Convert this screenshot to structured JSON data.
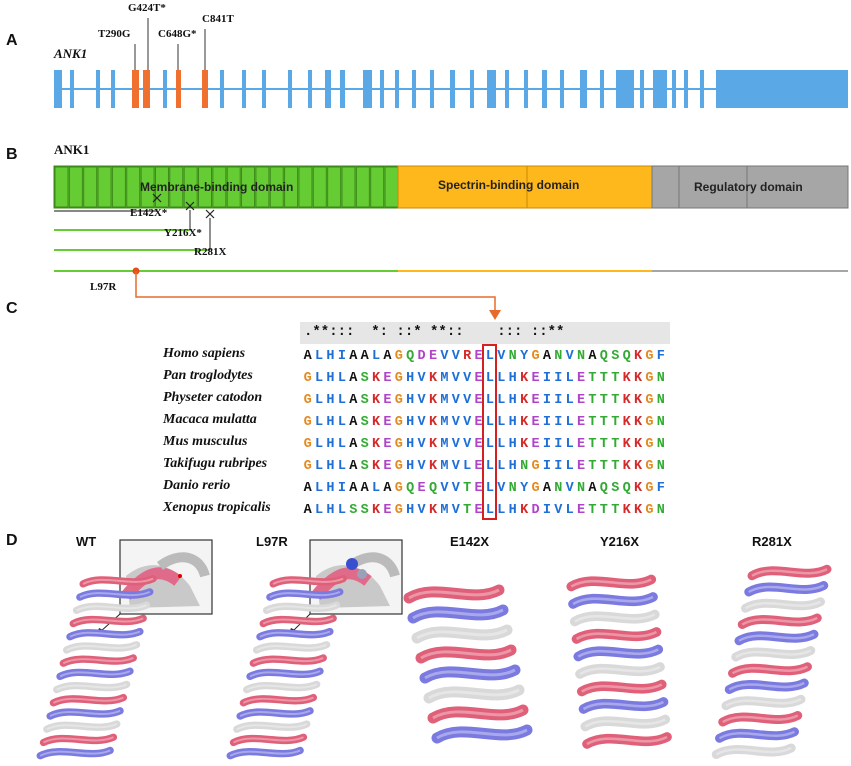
{
  "panels": {
    "a": "A",
    "b": "B",
    "c": "C",
    "d": "D"
  },
  "panel_a": {
    "gene": "ANK1",
    "mutations": [
      "T290G",
      "G424T*",
      "C648G*",
      "C841T"
    ],
    "colors": {
      "exon": "#5aa9e6",
      "mutant_exon": "#f07030",
      "intron": "#5aa9e6"
    }
  },
  "panel_b": {
    "protein": "ANK1",
    "domains": [
      "Membrane-binding domain",
      "Spectrin-binding domain",
      "Regulatory domain"
    ],
    "mutations": [
      "E142X*",
      "Y216X*",
      "R281X",
      "L97R"
    ],
    "colors": {
      "membrane": "#66cc33",
      "spectrin": "#ffb81c",
      "regulatory": "#a6a6a6",
      "mutation_marker": "#e84c1a"
    }
  },
  "panel_c": {
    "conservation": ".**:::  *: ::* **::    ::: ::**",
    "species": [
      "Homo sapiens",
      "Pan troglodytes",
      "Physeter catodon",
      "Macaca mulatta",
      "Mus musculus",
      "Takifugu rubripes",
      "Danio rerio",
      "Xenopus tropicalis"
    ],
    "sequences": [
      "ALHIAALAGQDEVVRELVNYGANVNAQSQKGF",
      "GLHLASKEGHVKMVVELLHKEIILETTTKKGN",
      "GLHLASKEGHVKMVVELLHKEIILETTTKKGN",
      "GLHLASKEGHVKMVVELLHKEIILETTTKKGN",
      "GLHLASKEGHVKMVVELLHKEIILETTTKKGN",
      "GLHLASKEGHVKMVLELLHNGIILETTTKKGN",
      "ALHIAALAGQEQVVTELVNYGANVNAQSQKGF",
      "ALHLSSKEGHVKMVTELLHKDIVLETTTKKGN"
    ],
    "colors": {
      "highlight_box": "#d62020",
      "arrow": "#e86a2a",
      "header_bg": "#e6e6e6"
    }
  },
  "panel_d": {
    "structures": [
      "WT",
      "L97R",
      "E142X",
      "Y216X",
      "R281X"
    ],
    "colors": {
      "helix_red": "#e0607a",
      "helix_blue": "#7a7ae0",
      "coil": "#d9d9d9"
    }
  }
}
